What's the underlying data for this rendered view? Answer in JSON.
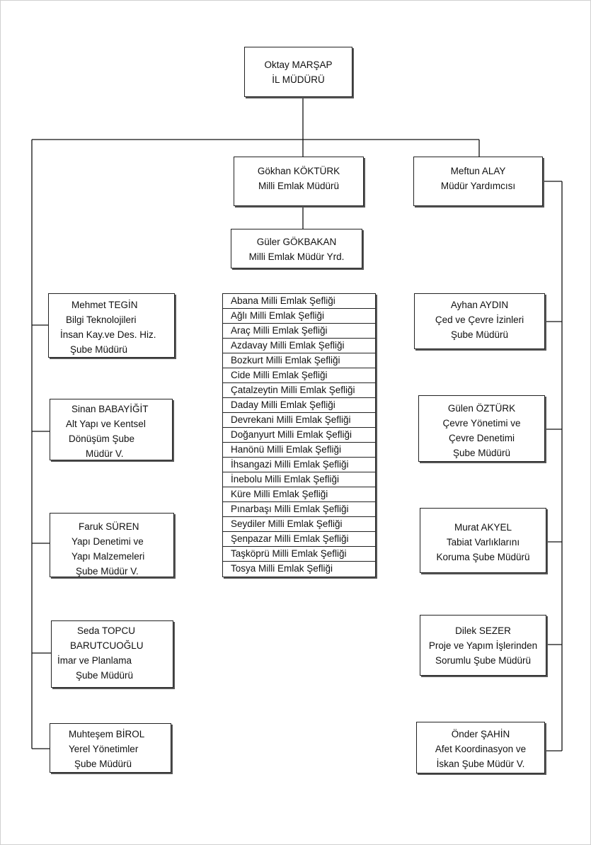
{
  "director": {
    "name": "Oktay MARŞAP",
    "title": "İL MÜDÜRÜ"
  },
  "milli_emlak_director": {
    "name": "Gökhan KÖKTÜRK",
    "title": "Milli Emlak  Müdürü"
  },
  "deputy_director": {
    "name": "Meftun ALAY",
    "title": "Müdür Yardımcısı"
  },
  "milli_emlak_deputy": {
    "name": "Güler GÖKBAKAN",
    "title": "Milli Emlak  Müdür Yrd."
  },
  "left_units": [
    {
      "name": "Mehmet TEGİN",
      "lines": [
        "Bilgi Teknolojileri",
        "İnsan Kay.ve Des. Hiz.",
        "Şube Müdürü"
      ]
    },
    {
      "name": "Sinan BABAYİĞİT",
      "lines": [
        "Alt Yapı ve Kentsel",
        "Dönüşüm Şube",
        "Müdür V."
      ]
    },
    {
      "name": "Faruk SÜREN",
      "lines": [
        "Yapı Denetimi ve",
        "Yapı Malzemeleri",
        "Şube Müdür V."
      ]
    },
    {
      "name": "Seda TOPCU",
      "lines": [
        "BARUTCUOĞLU",
        "İmar ve Planlama",
        "Şube Müdürü"
      ]
    },
    {
      "name": "Muhteşem BİROL",
      "lines": [
        "Yerel Yönetimler",
        "Şube  Müdürü"
      ]
    }
  ],
  "right_units": [
    {
      "name": "Ayhan AYDIN",
      "lines": [
        "Çed ve Çevre İzinleri",
        "Şube Müdürü"
      ]
    },
    {
      "name": "Gülen ÖZTÜRK",
      "lines": [
        "Çevre Yönetimi ve",
        "Çevre Denetimi",
        "Şube Müdürü"
      ]
    },
    {
      "name": "Murat AKYEL",
      "lines": [
        "Tabiat Varlıklarını",
        "Koruma Şube Müdürü"
      ]
    },
    {
      "name": "Dilek SEZER",
      "lines": [
        "Proje ve Yapım İşlerinden",
        "Sorumlu Şube Müdürü"
      ]
    },
    {
      "name": "Önder ŞAHİN",
      "lines": [
        "Afet Koordinasyon ve",
        "İskan Şube Müdür V."
      ]
    }
  ],
  "milli_emlak_offices": [
    "Abana Milli Emlak Şefliği",
    "Ağlı Milli Emlak Şefliği",
    "Araç Milli Emlak Şefliği",
    "Azdavay Milli Emlak Şefliği",
    "Bozkurt Milli Emlak Şefliği",
    "Cide Milli Emlak Şefliği",
    "Çatalzeytin Milli Emlak Şefliği",
    "Daday Milli Emlak Şefliği",
    "Devrekani Milli Emlak Şefliği",
    "Doğanyurt Milli Emlak Şefliği",
    "Hanönü Milli Emlak Şefliği",
    "İhsangazi Milli Emlak Şefliği",
    "İnebolu Milli Emlak Şefliği",
    "Küre Milli Emlak Şefliği",
    "Pınarbaşı Milli Emlak Şefliği",
    "Seydiler Milli Emlak Şefliği",
    "Şenpazar Milli Emlak Şefliği",
    "Taşköprü Milli Emlak Şefliği",
    "Tosya Milli Emlak Şefliği"
  ]
}
